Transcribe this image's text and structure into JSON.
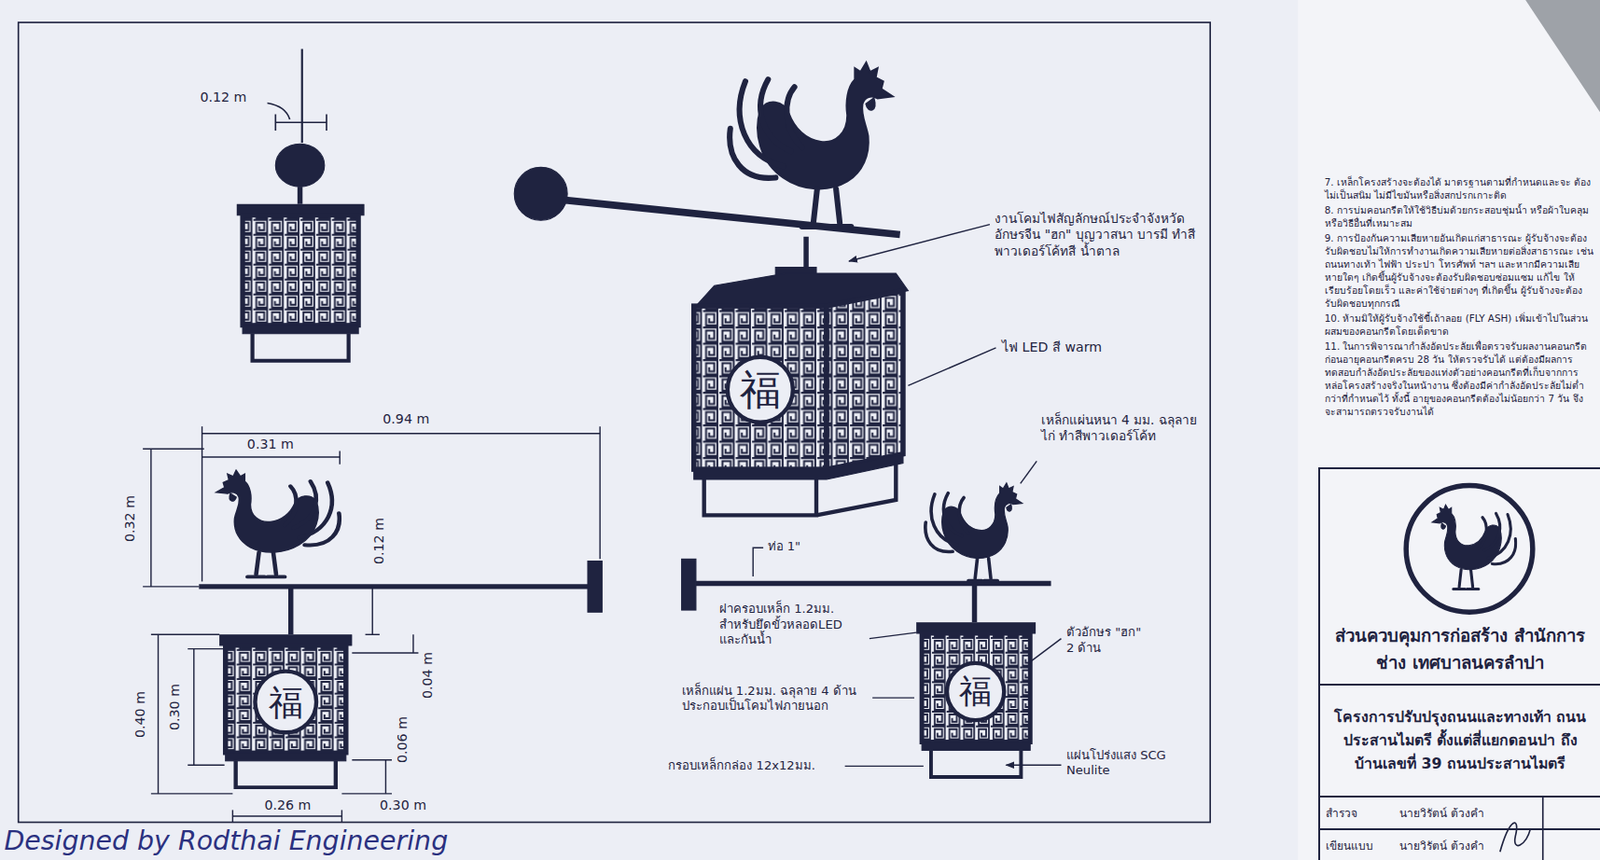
{
  "diagram": {
    "nodes": [
      {
        "text": [
          "ส่วนควบคุมการก่อสร้าง สำนักการช่าง เทศบาลนครลำปา"
        ]
      },
      {
        "text": [
          "โครงการปรับปรุงถนนและทางเท้า ถนนประสานไมตรี ตั้งแต่สี่แยกดอนปา ถึงบ้านเลขที่ 39 ถนนประสานไมตรี"
        ]
      },
      {
        "text": [
          "สำรวจ",
          "นายวิรัตน์ ต้วงคำ"
        ]
      },
      {
        "text": [
          "เขียนแบบ",
          "นายวิรัตน์ ต้วงคำ"
        ]
      }
    ],
    "edges": [],
    "labels": [
      "0.12 m",
      "0.31 m",
      "0.94 m",
      "0.32 m",
      "0.12 m",
      "0.40 m",
      "0.30 m",
      "0.06 m",
      "0.04 m",
      "0.26 m",
      "0.30 m",
      "福",
      "福",
      "福",
      "งานโคมไฟสัญลักษณ์ประจำจังหวัด อักษรจีน \"ฮก\" บุญวาสนา บารมี ทำสีพาวเดอร์โค้ทสี น้ำตาล",
      "ไฟ LED สี warm",
      "เหล็กแผ่นหนา 4 มม. ฉลุลายไก่ ทำสีพาวเดอร์โค้ท",
      "ท่อ 1\"",
      "ฝาครอบเหล็ก 1.2มม. สำหรับยึดขั้วหลอดLED และกันน้ำ",
      "เหล็กแผ่น 1.2มม. ฉลุลาย 4 ด้าน ประกอบเป็นโคมไฟภายนอก",
      "กรอบเหล็กกล่อง 12x12มม.",
      "ตัวอักษร \"ฮก\" 2 ด้าน",
      "แผ่นโปร่งแสง SCG Neulite",
      "Designed by Rodthai Engineering",
      "7. เหล็กโครงสร้างจะต้องได้ มาตรฐานตามที่กำหนดและจะ ต้องไม่เป็นสนิม ไม่มีไขมันหรือสิ่งสกปรกเกาะติด",
      "8. การบ่มคอนกรีตให้ใช้วิธีบ่มด้วยกระสอบชุ่มน้ำ หรือผ้าใบคลุมหรือวิธีอื่นที่เหมาะสม",
      "9. การป้องกันความเสียหายอันเกิดแก่สาธารณะ ผู้รับจ้างจะต้องรับผิดชอบไม่ให้การทำงานเกิดความเสียหายต่อสิ่งสาธารณะ เช่น ถนนทางเท้า ไฟฟ้า ประปา โทรศัพท์ ฯลฯ และหากมีความเสียหายใดๆ เกิดขึ้นผู้รับจ้างจะต้องรับผิดชอบซ่อมแซม แก้ไข ให้เรียบร้อยโดยเร็ว และค่าใช้จ่ายต่างๆ ที่เกิดขึ้น ผู้รับจ้างจะต้อง รับผิดชอบทุกกรณี",
      "10. ห้ามมิให้ผู้รับจ้างใช้ขี้เถ้าลอย (FLY ASH) เพิ่มเข้าไปในส่วนผสมของคอนกรีตโดยเด็ดขาด",
      "11. ในการพิจารณากำลังอัดประลัยเพื่อตรวจรับผลงานคอนกรีตก่อนอายุคอนกรีตครบ 28 วัน ให้ตรวจรับได้ แต่ต้องมีผลการทดสอบกำลังอัดประลัยของแท่งตัวอย่างคอนกรีตที่เก็บจากการหล่อโครงสร้างจริงในหน้างาน ซึ่งต้องมีค่ากำลังอัดประลัยไม่ต่ำกว่าที่กำหนดไว้ ทั้งนี้ อายุของคอนกรีตต้องไม่น้อยกว่า 7 วัน จึงจะสามารถตรวจรับงานได้"
    ]
  }
}
